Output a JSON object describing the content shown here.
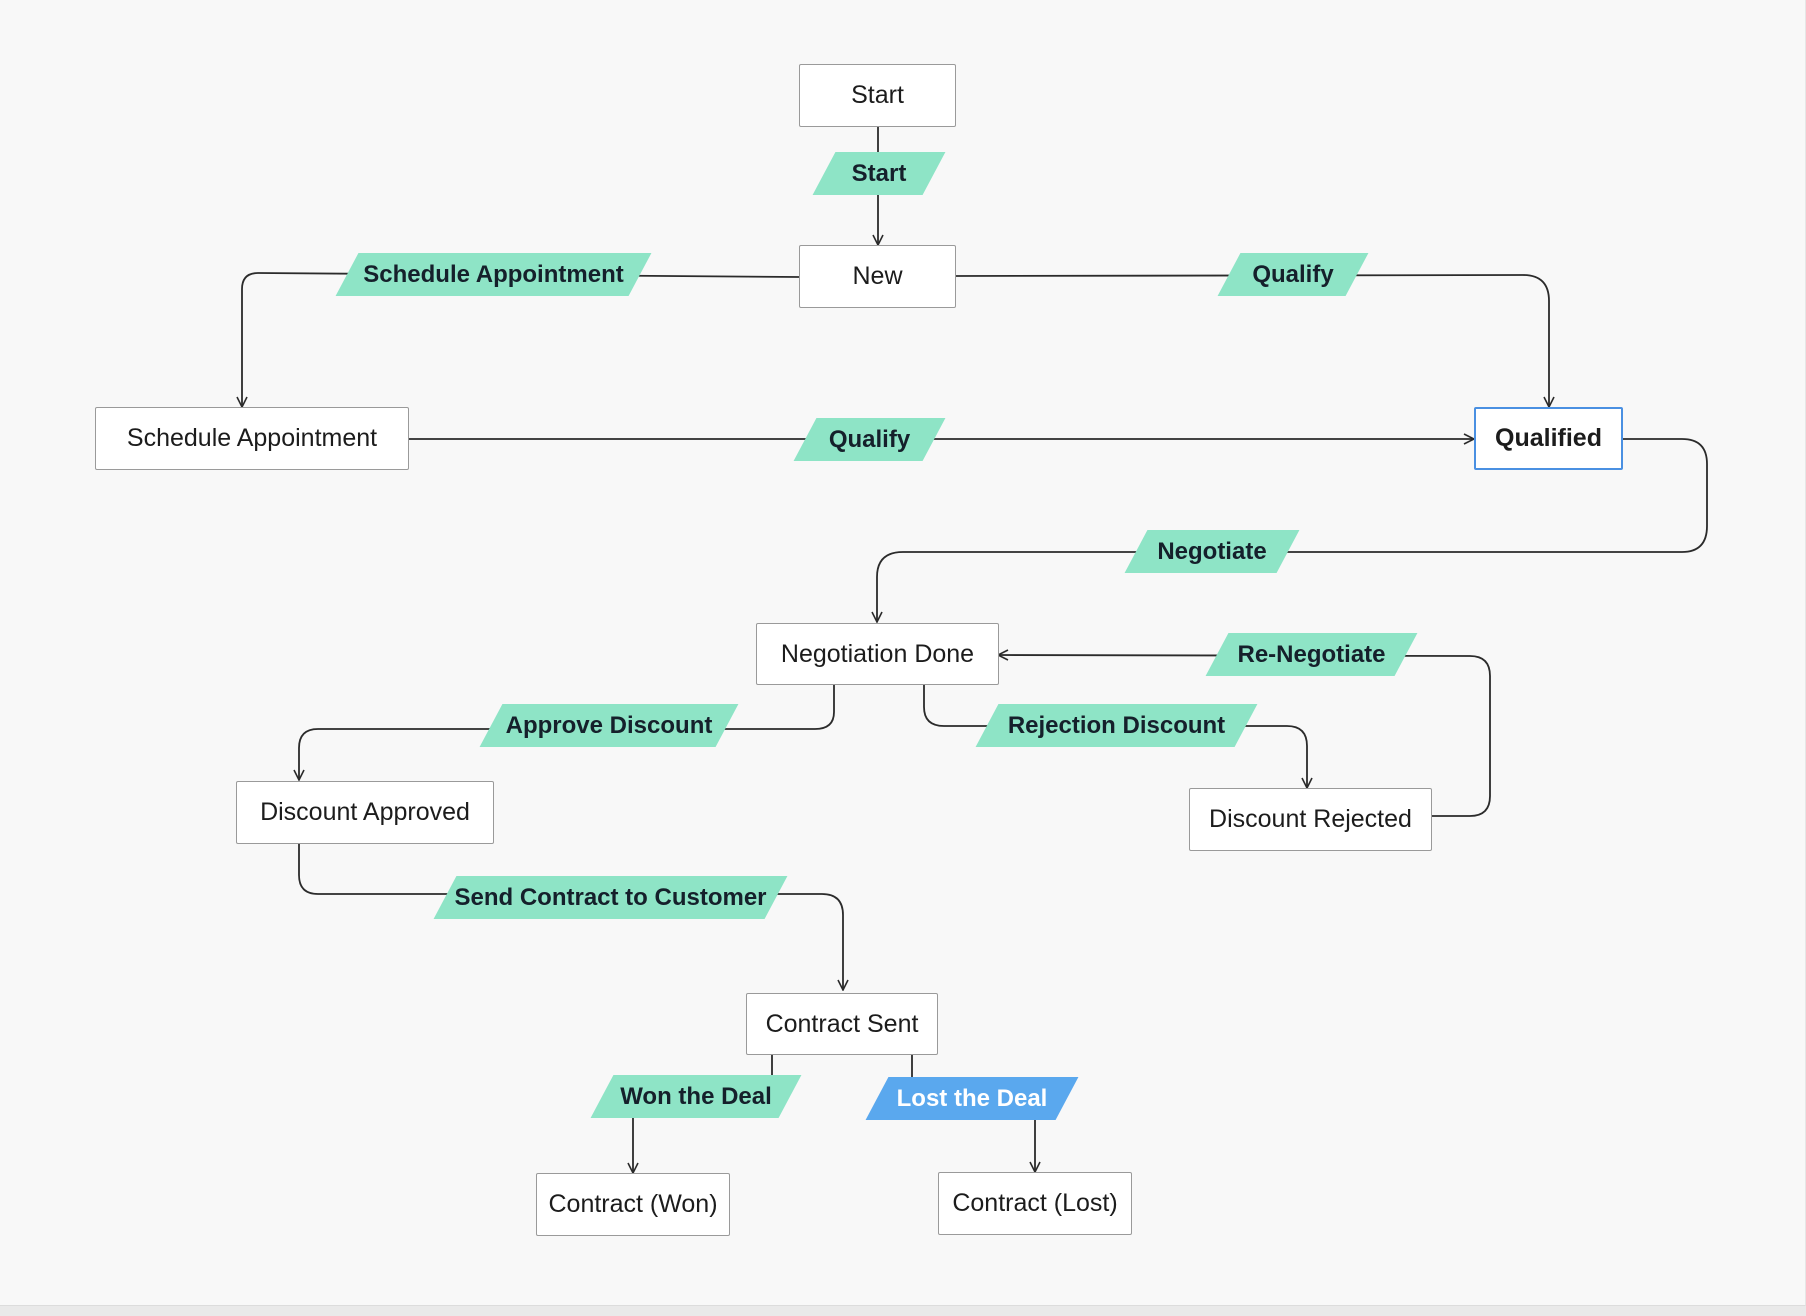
{
  "colors": {
    "canvas_bg": "#f8f8f8",
    "node_border": "#9a9a9a",
    "selected_border": "#4a90e2",
    "transition_fill": "#8ee4c6",
    "transition_alt_fill": "#5aa8ee",
    "line": "#2b2b2b"
  },
  "states": {
    "start": "Start",
    "new": "New",
    "schedule_appointment": "Schedule Appointment",
    "qualified": "Qualified",
    "negotiation_done": "Negotiation Done",
    "discount_approved": "Discount Approved",
    "discount_rejected": "Discount Rejected",
    "contract_sent": "Contract Sent",
    "contract_won": "Contract (Won)",
    "contract_lost": "Contract (Lost)"
  },
  "transitions": {
    "start": "Start",
    "schedule_appointment": "Schedule Appointment",
    "qualify_from_new": "Qualify",
    "qualify_from_schedule": "Qualify",
    "negotiate": "Negotiate",
    "re_negotiate": "Re-Negotiate",
    "approve_discount": "Approve Discount",
    "rejection_discount": "Rejection Discount",
    "send_contract": "Send Contract to Customer",
    "won_the_deal": "Won the Deal",
    "lost_the_deal": "Lost the Deal"
  },
  "connections": [
    {
      "from": "start",
      "to": "new",
      "via": "start"
    },
    {
      "from": "new",
      "to": "schedule_appointment",
      "via": "schedule_appointment"
    },
    {
      "from": "new",
      "to": "qualified",
      "via": "qualify_from_new"
    },
    {
      "from": "schedule_appointment",
      "to": "qualified",
      "via": "qualify_from_schedule"
    },
    {
      "from": "qualified",
      "to": "negotiation_done",
      "via": "negotiate"
    },
    {
      "from": "discount_rejected",
      "to": "negotiation_done",
      "via": "re_negotiate"
    },
    {
      "from": "negotiation_done",
      "to": "discount_approved",
      "via": "approve_discount"
    },
    {
      "from": "negotiation_done",
      "to": "discount_rejected",
      "via": "rejection_discount"
    },
    {
      "from": "discount_approved",
      "to": "contract_sent",
      "via": "send_contract"
    },
    {
      "from": "contract_sent",
      "to": "contract_won",
      "via": "won_the_deal"
    },
    {
      "from": "contract_sent",
      "to": "contract_lost",
      "via": "lost_the_deal"
    }
  ],
  "selected_state": "qualified"
}
